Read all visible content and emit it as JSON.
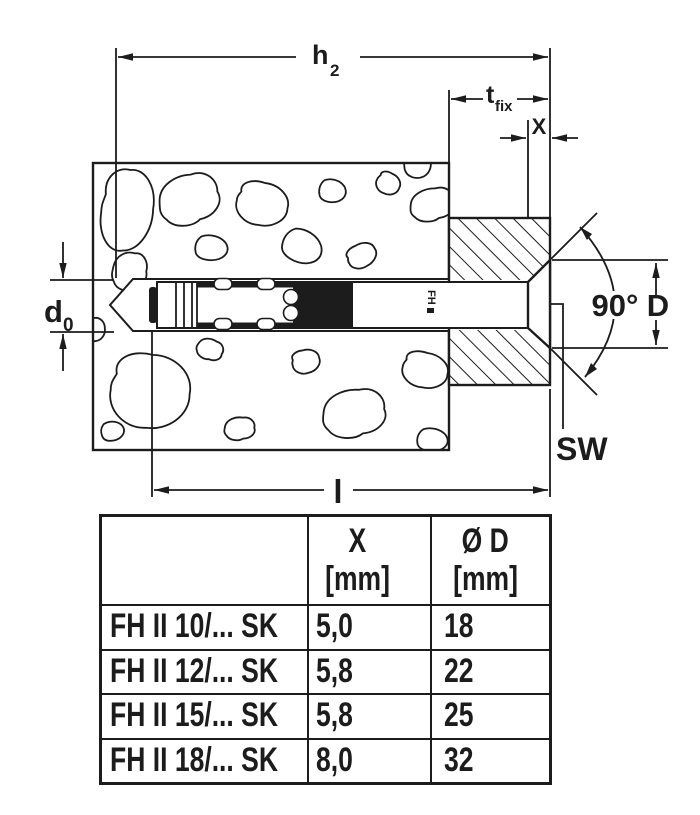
{
  "diagram": {
    "labels": {
      "h2": {
        "base": "h",
        "sub": "2"
      },
      "tfix": {
        "base": "t",
        "sub": "fix"
      },
      "x_dim": "X",
      "d0": {
        "base": "d",
        "sub": "0"
      },
      "angle": "90°",
      "diameter": "D",
      "sw": "SW",
      "length": "l",
      "anchor_marking": "FH"
    },
    "colors": {
      "line": "#1c1c1c",
      "background": "#ffffff"
    }
  },
  "table": {
    "headers": {
      "col1": "",
      "col2_line1": "X",
      "col2_line2": "[mm]",
      "col3_line1": "Ø D",
      "col3_line2": "[mm]"
    },
    "rows": [
      {
        "model": "FH II 10/... SK",
        "x_mm": "5,0",
        "d_mm": "18"
      },
      {
        "model": "FH II 12/... SK",
        "x_mm": "5,8",
        "d_mm": "22"
      },
      {
        "model": "FH II 15/... SK",
        "x_mm": "5,8",
        "d_mm": "25"
      },
      {
        "model": "FH II 18/... SK",
        "x_mm": "8,0",
        "d_mm": "32"
      }
    ]
  }
}
